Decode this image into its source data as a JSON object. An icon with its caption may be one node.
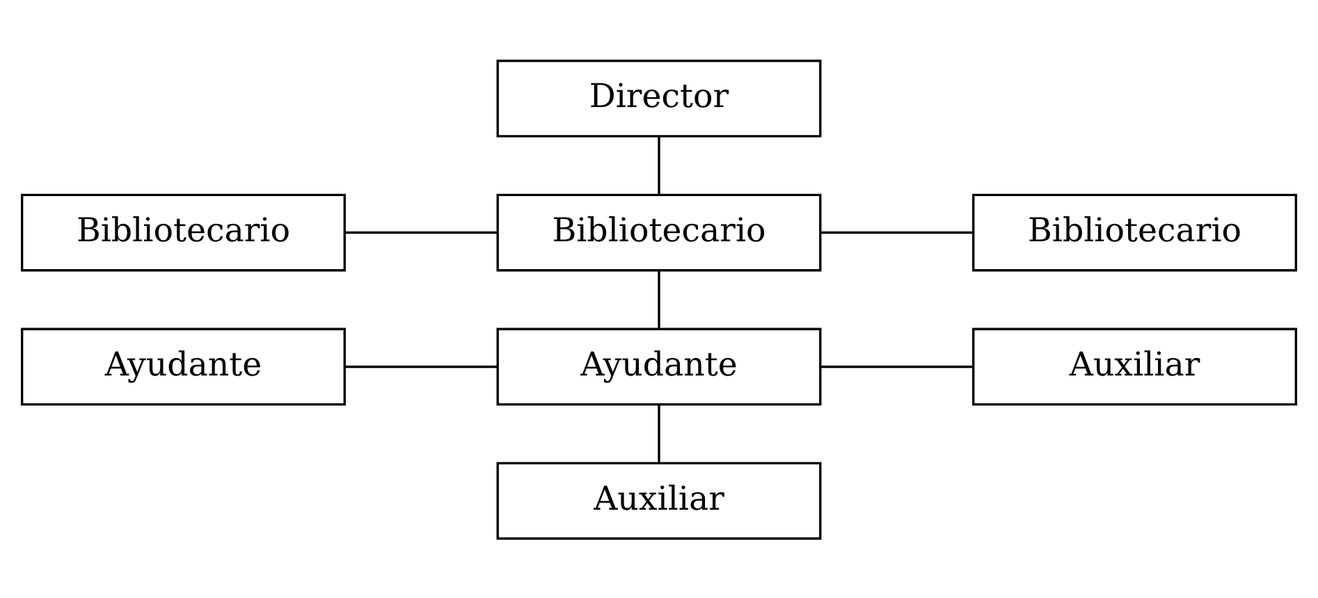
{
  "diagram": {
    "nodes": [
      {
        "text": [
          "Director"
        ]
      },
      {
        "text": [
          "Bibliotecario"
        ]
      },
      {
        "text": [
          "Bibliotecario"
        ]
      },
      {
        "text": [
          "Bibliotecario"
        ]
      },
      {
        "text": [
          "Ayudante"
        ]
      },
      {
        "text": [
          "Ayudante"
        ]
      },
      {
        "text": [
          "Auxiliar"
        ]
      },
      {
        "text": [
          "Auxiliar"
        ]
      }
    ],
    "edges": [
      {
        "from": 0,
        "to": 2,
        "arrow": "none"
      },
      {
        "from": 1,
        "to": 2,
        "arrow": "none"
      },
      {
        "from": 2,
        "to": 3,
        "arrow": "none"
      },
      {
        "from": 2,
        "to": 5,
        "arrow": "none"
      },
      {
        "from": 4,
        "to": 5,
        "arrow": "none"
      },
      {
        "from": 5,
        "to": 6,
        "arrow": "none"
      },
      {
        "from": 5,
        "to": 7,
        "arrow": "none"
      }
    ]
  }
}
